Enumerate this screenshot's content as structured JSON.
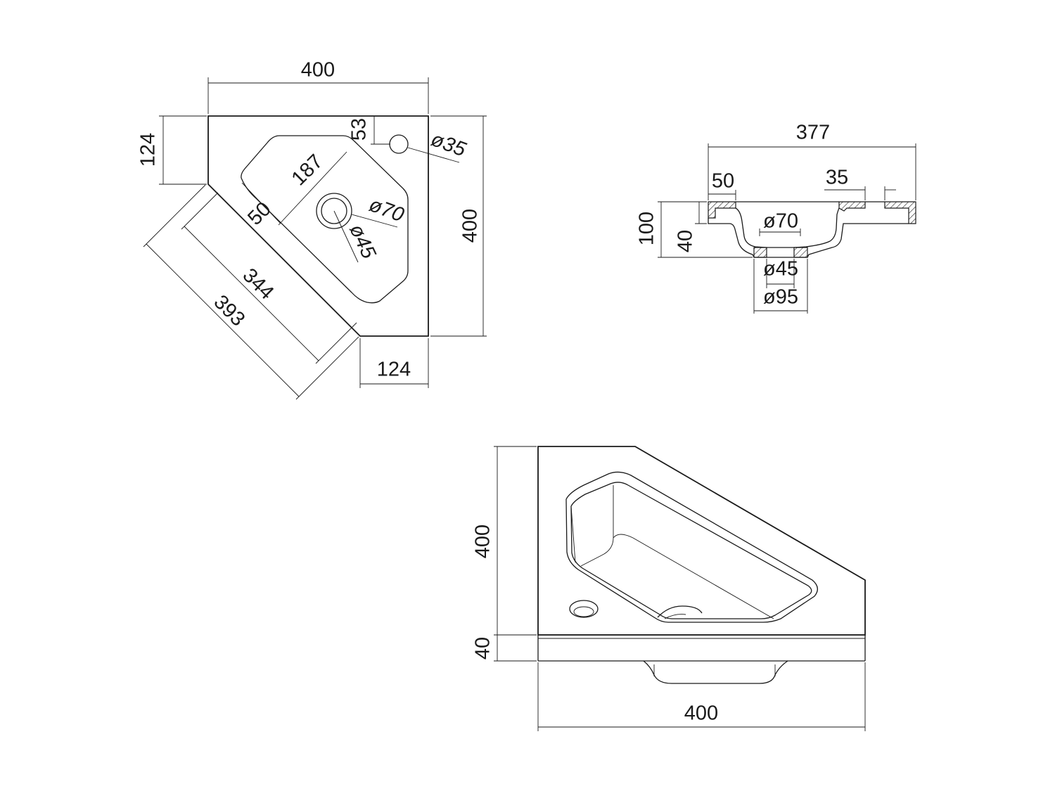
{
  "top_view": {
    "overall_width": "400",
    "overall_depth": "400",
    "corner_cut_top": "124",
    "corner_cut_bottom": "124",
    "tap_hole_offset": "53",
    "tap_hole_diameter": "ø35",
    "bowl_inner_width": "187",
    "drain_diameter_outer": "ø70",
    "drain_diameter_inner": "ø45",
    "front_rim_depth": "50",
    "bowl_front_length": "344",
    "front_edge_length": "393"
  },
  "section_view": {
    "overall_length": "377",
    "rim_width": "50",
    "rim_right_offset": "35",
    "total_height": "100",
    "slab_thickness": "40",
    "drain_opening": "ø70",
    "drain_inner": "ø45",
    "drain_outer": "ø95"
  },
  "perspective_view": {
    "height": "400",
    "slab_thickness": "40",
    "width": "400"
  }
}
